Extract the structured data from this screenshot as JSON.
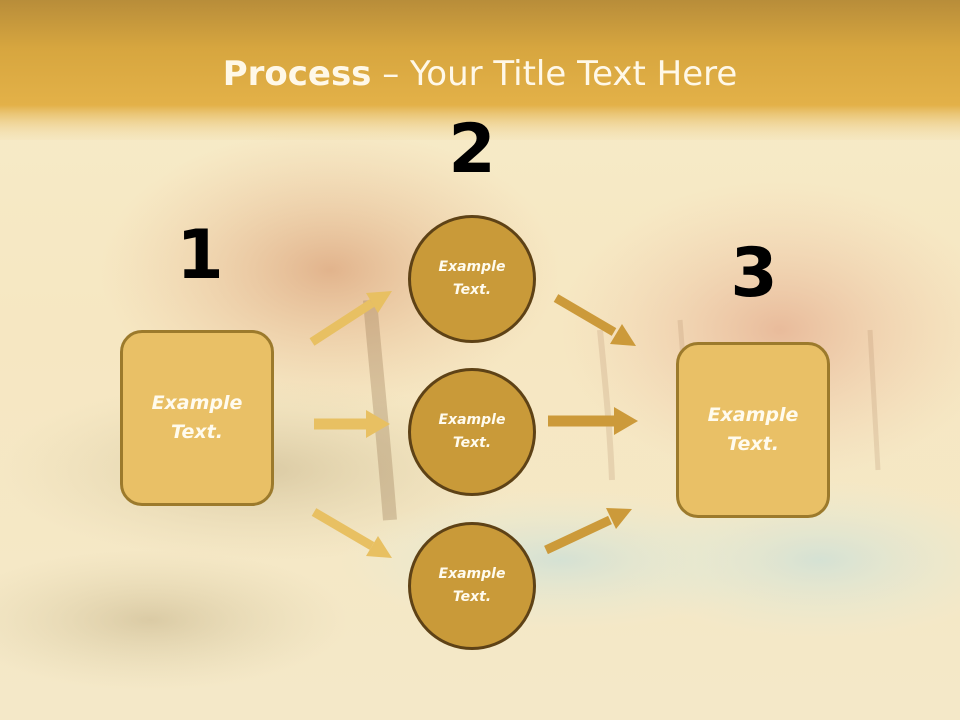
{
  "slide": {
    "title_bold": "Process",
    "title_rest": " – Your Title Text Here"
  },
  "steps": [
    {
      "number": "1",
      "text": "Example\nText."
    },
    {
      "number": "2",
      "items": [
        "Example\nText.",
        "Example\nText.",
        "Example\nText."
      ]
    },
    {
      "number": "3",
      "text": "Example\nText."
    }
  ],
  "colors": {
    "band": "#e0ae45",
    "box_fill": "#e9c066",
    "circle_fill": "#c99a39",
    "arrow_light": "#e8c062",
    "arrow_dark": "#cc9a3a"
  }
}
